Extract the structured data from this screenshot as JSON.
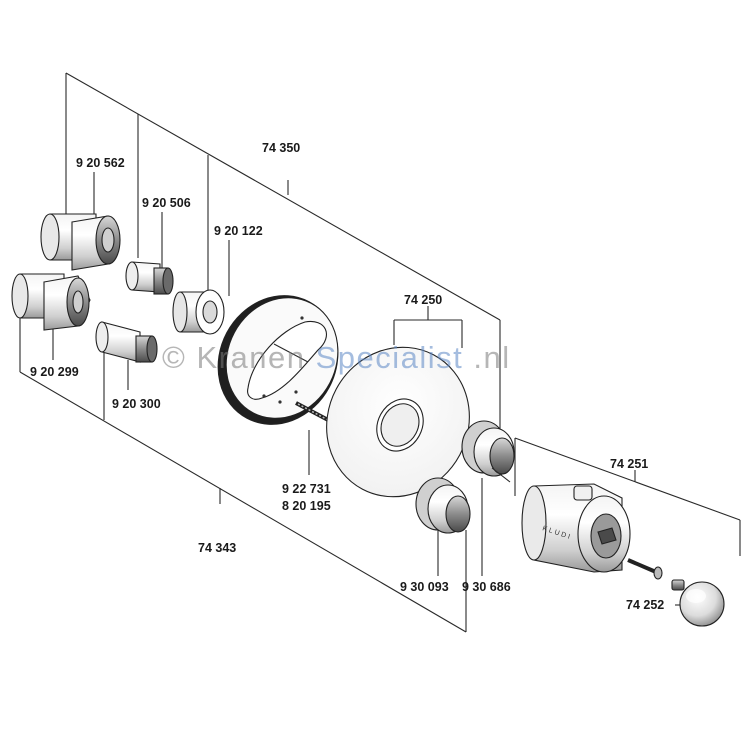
{
  "watermark": {
    "copyright": "©",
    "part1": "Kranen",
    "part2": "Specialist",
    "part3": ".nl",
    "color_dark": "#7a7a7a",
    "color_blue": "#5b86c4"
  },
  "brand_mark": "KLUDI",
  "labels": {
    "p920562": "9 20 562",
    "p920506": "9 20 506",
    "p920122": "9 20 122",
    "p920299": "9 20 299",
    "p920300": "9 20 300",
    "p922731": "9 22 731",
    "p820195": "8 20 195",
    "p74350": "74 350",
    "p74250": "74 250",
    "p74251": "74 251",
    "p74252": "74 252",
    "p74343": "74 343",
    "p930093": "9 30 093",
    "p930686": "9 30 686"
  }
}
